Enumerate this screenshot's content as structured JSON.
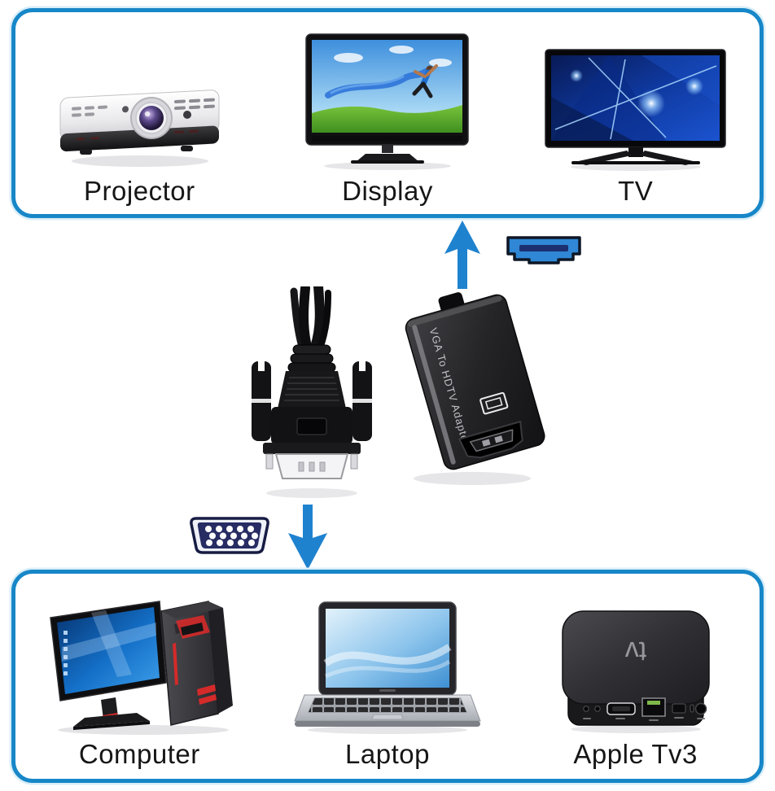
{
  "panels": {
    "outputs": {
      "items": [
        {
          "label": "Projector"
        },
        {
          "label": "Display"
        },
        {
          "label": "TV"
        }
      ]
    },
    "sources": {
      "items": [
        {
          "label": "Computer"
        },
        {
          "label": "Laptop"
        },
        {
          "label": "Apple Tv3"
        }
      ]
    }
  },
  "adapter": {
    "label": "VGA To HDTV Adapter"
  },
  "apple_tv": {
    "logo": "tv"
  },
  "colors": {
    "panel_border": "#1787c8",
    "arrow": "#1e82cf",
    "hdmi_fill": "#2f87d5",
    "hdmi_slot": "#1c2f70",
    "vga_fill": "#272c63",
    "vga_bezel": "#eef1f7",
    "label": "#161616"
  }
}
